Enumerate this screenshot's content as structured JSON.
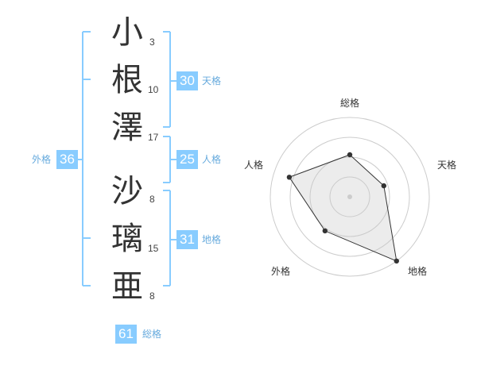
{
  "name": {
    "chars": [
      {
        "char": "小",
        "strokes": "3"
      },
      {
        "char": "根",
        "strokes": "10"
      },
      {
        "char": "澤",
        "strokes": "17"
      },
      {
        "char": "沙",
        "strokes": "8"
      },
      {
        "char": "璃",
        "strokes": "15"
      },
      {
        "char": "亜",
        "strokes": "8"
      }
    ]
  },
  "kakusu": {
    "tenkaku": {
      "value": "30",
      "label": "天格"
    },
    "jinkaku": {
      "value": "25",
      "label": "人格"
    },
    "chikaku": {
      "value": "31",
      "label": "地格"
    },
    "gaikaku": {
      "value": "36",
      "label": "外格"
    },
    "soukaku": {
      "value": "61",
      "label": "総格"
    }
  },
  "colors": {
    "accent": "#88ccff",
    "bracket": "#88ccff",
    "label": "#66aadd"
  },
  "chart_data": {
    "type": "radar",
    "axes": [
      "総格",
      "天格",
      "地格",
      "外格",
      "人格"
    ],
    "values": [
      0.53,
      0.45,
      1.0,
      0.53,
      0.8
    ],
    "max": 1.0,
    "rings": 4
  }
}
